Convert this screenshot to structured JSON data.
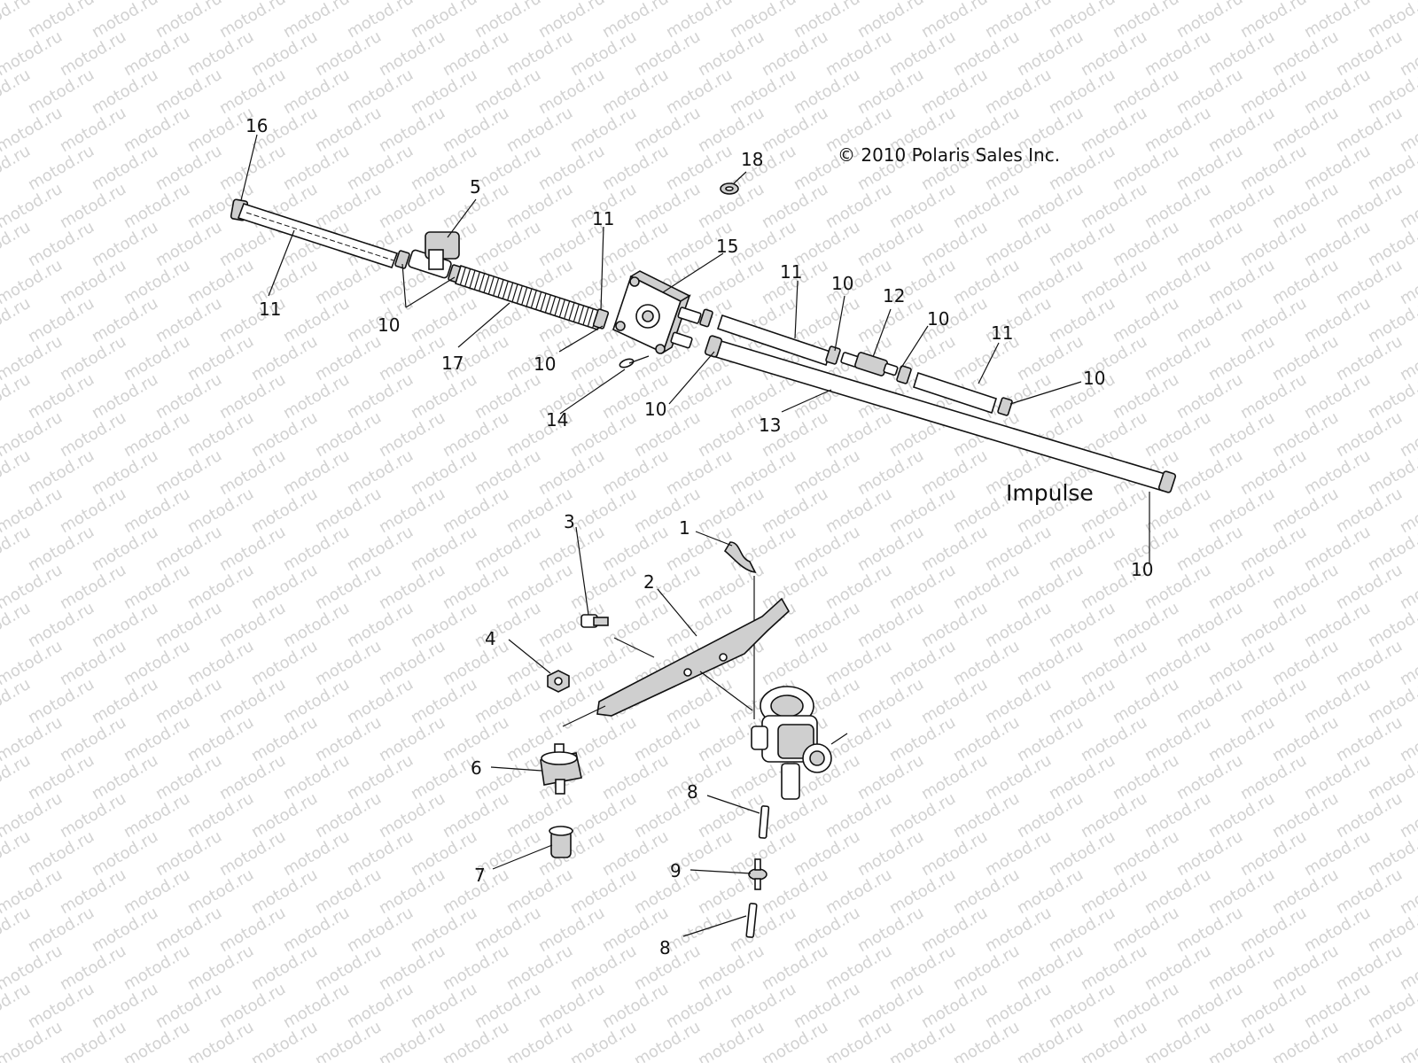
{
  "copyright": "© 2010 Polaris Sales Inc.",
  "model_label": "Impulse",
  "watermark": "motod.ru",
  "callouts": [
    {
      "id": "c16",
      "text": "16"
    },
    {
      "id": "c5",
      "text": "5"
    },
    {
      "id": "c11a",
      "text": "11"
    },
    {
      "id": "c10a",
      "text": "10"
    },
    {
      "id": "c17",
      "text": "17"
    },
    {
      "id": "c11b",
      "text": "11"
    },
    {
      "id": "c10b",
      "text": "10"
    },
    {
      "id": "c18",
      "text": "18"
    },
    {
      "id": "c15",
      "text": "15"
    },
    {
      "id": "c14",
      "text": "14"
    },
    {
      "id": "c10c",
      "text": "10"
    },
    {
      "id": "c11c",
      "text": "11"
    },
    {
      "id": "c10d",
      "text": "10"
    },
    {
      "id": "c12",
      "text": "12"
    },
    {
      "id": "c10e",
      "text": "10"
    },
    {
      "id": "c11d",
      "text": "11"
    },
    {
      "id": "c10f",
      "text": "10"
    },
    {
      "id": "c13",
      "text": "13"
    },
    {
      "id": "c10g",
      "text": "10"
    },
    {
      "id": "c3",
      "text": "3"
    },
    {
      "id": "c1",
      "text": "1"
    },
    {
      "id": "c2",
      "text": "2"
    },
    {
      "id": "c4",
      "text": "4"
    },
    {
      "id": "c6",
      "text": "6"
    },
    {
      "id": "c8a",
      "text": "8"
    },
    {
      "id": "c7",
      "text": "7"
    },
    {
      "id": "c9",
      "text": "9"
    },
    {
      "id": "c8b",
      "text": "8"
    }
  ]
}
